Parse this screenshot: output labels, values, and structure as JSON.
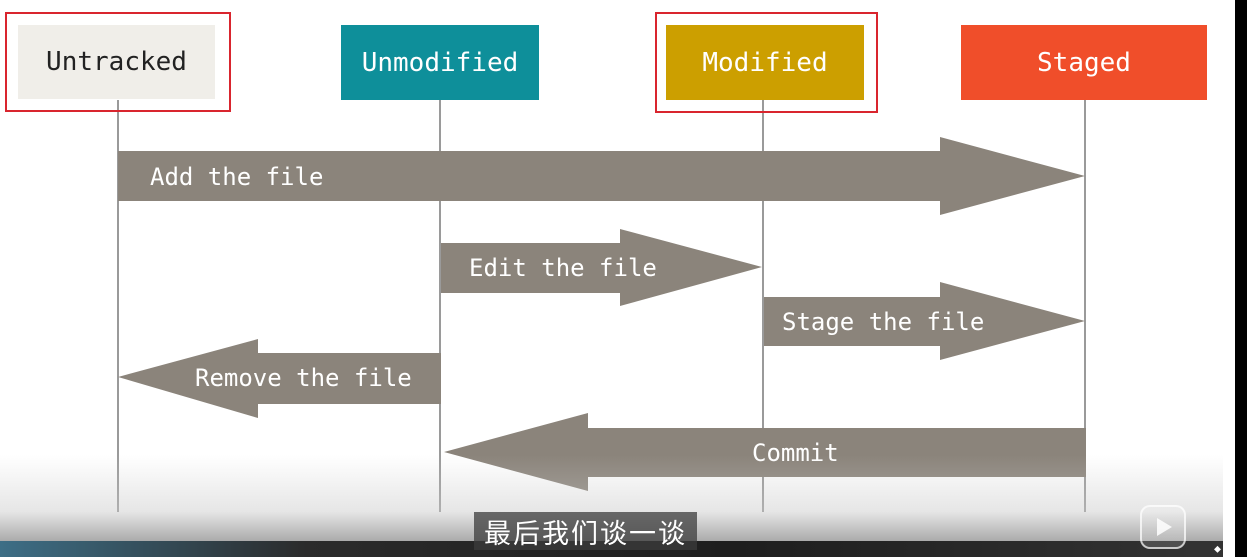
{
  "states": [
    {
      "id": "untracked",
      "label": "Untracked",
      "bg": "#f0eee9",
      "fg": "#222222"
    },
    {
      "id": "unmodified",
      "label": "Unmodified",
      "bg": "#0e8f9a",
      "fg": "#ffffff"
    },
    {
      "id": "modified",
      "label": "Modified",
      "bg": "#cc9f00",
      "fg": "#ffffff"
    },
    {
      "id": "staged",
      "label": "Staged",
      "bg": "#f04e2a",
      "fg": "#ffffff"
    }
  ],
  "transitions": [
    {
      "label": "Add the file",
      "from": "untracked",
      "to": "staged"
    },
    {
      "label": "Edit the file",
      "from": "unmodified",
      "to": "modified"
    },
    {
      "label": "Stage the file",
      "from": "modified",
      "to": "staged"
    },
    {
      "label": "Remove the file",
      "from": "unmodified",
      "to": "untracked"
    },
    {
      "label": "Commit",
      "from": "staged",
      "to": "unmodified"
    }
  ],
  "highlighted_states": [
    "untracked",
    "modified"
  ],
  "colors": {
    "arrow": "#8b847b",
    "lifeline": "#9a9a9a",
    "highlight": "#d9252e"
  },
  "subtitle": "最后我们谈一谈",
  "player": {
    "icon": "play-badge-icon"
  }
}
